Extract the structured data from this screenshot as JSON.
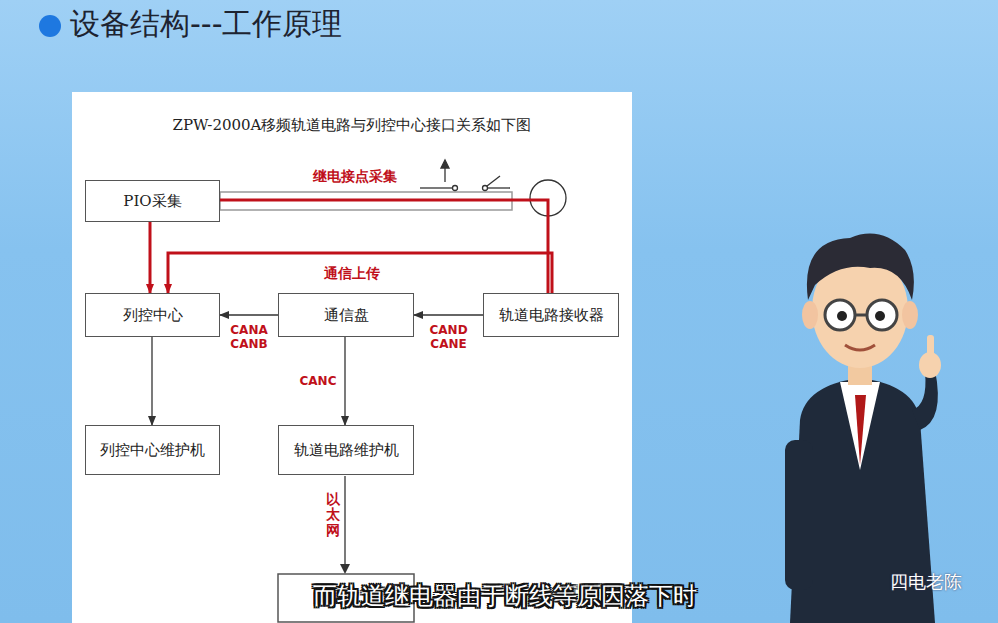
{
  "diagram": {
    "title": "设备结构---工作原理",
    "nodes": [
      {
        "text": [
          "PIO采集"
        ]
      },
      {
        "text": [
          "列控中心"
        ]
      },
      {
        "text": [
          "通信盘"
        ]
      },
      {
        "text": [
          "轨道电路接收器"
        ]
      },
      {
        "text": [
          "列控中心维护机"
        ]
      },
      {
        "text": [
          "轨道电路维护机"
        ]
      }
    ],
    "edges": [
      {
        "from": 3,
        "to": 0,
        "arrow": "none",
        "label": "继电接点采集"
      },
      {
        "from": 3,
        "to": 1,
        "arrow": "to",
        "label": "通信上传"
      },
      {
        "from": 0,
        "to": 1,
        "arrow": "to"
      },
      {
        "from": 2,
        "to": 1,
        "arrow": "to",
        "label": "CANA CANB"
      },
      {
        "from": 3,
        "to": 2,
        "arrow": "to",
        "label": "CAND CANE"
      },
      {
        "from": 2,
        "to": 5,
        "arrow": "to",
        "label": "CANC"
      },
      {
        "from": 1,
        "to": 4,
        "arrow": "to"
      }
    ],
    "labels": [
      "ZPW-2000A移频轨道电路与列控中心接口关系如下图",
      "以太网",
      "而轨道继电器由于断线等原因落下时",
      "四电老陈"
    ]
  }
}
